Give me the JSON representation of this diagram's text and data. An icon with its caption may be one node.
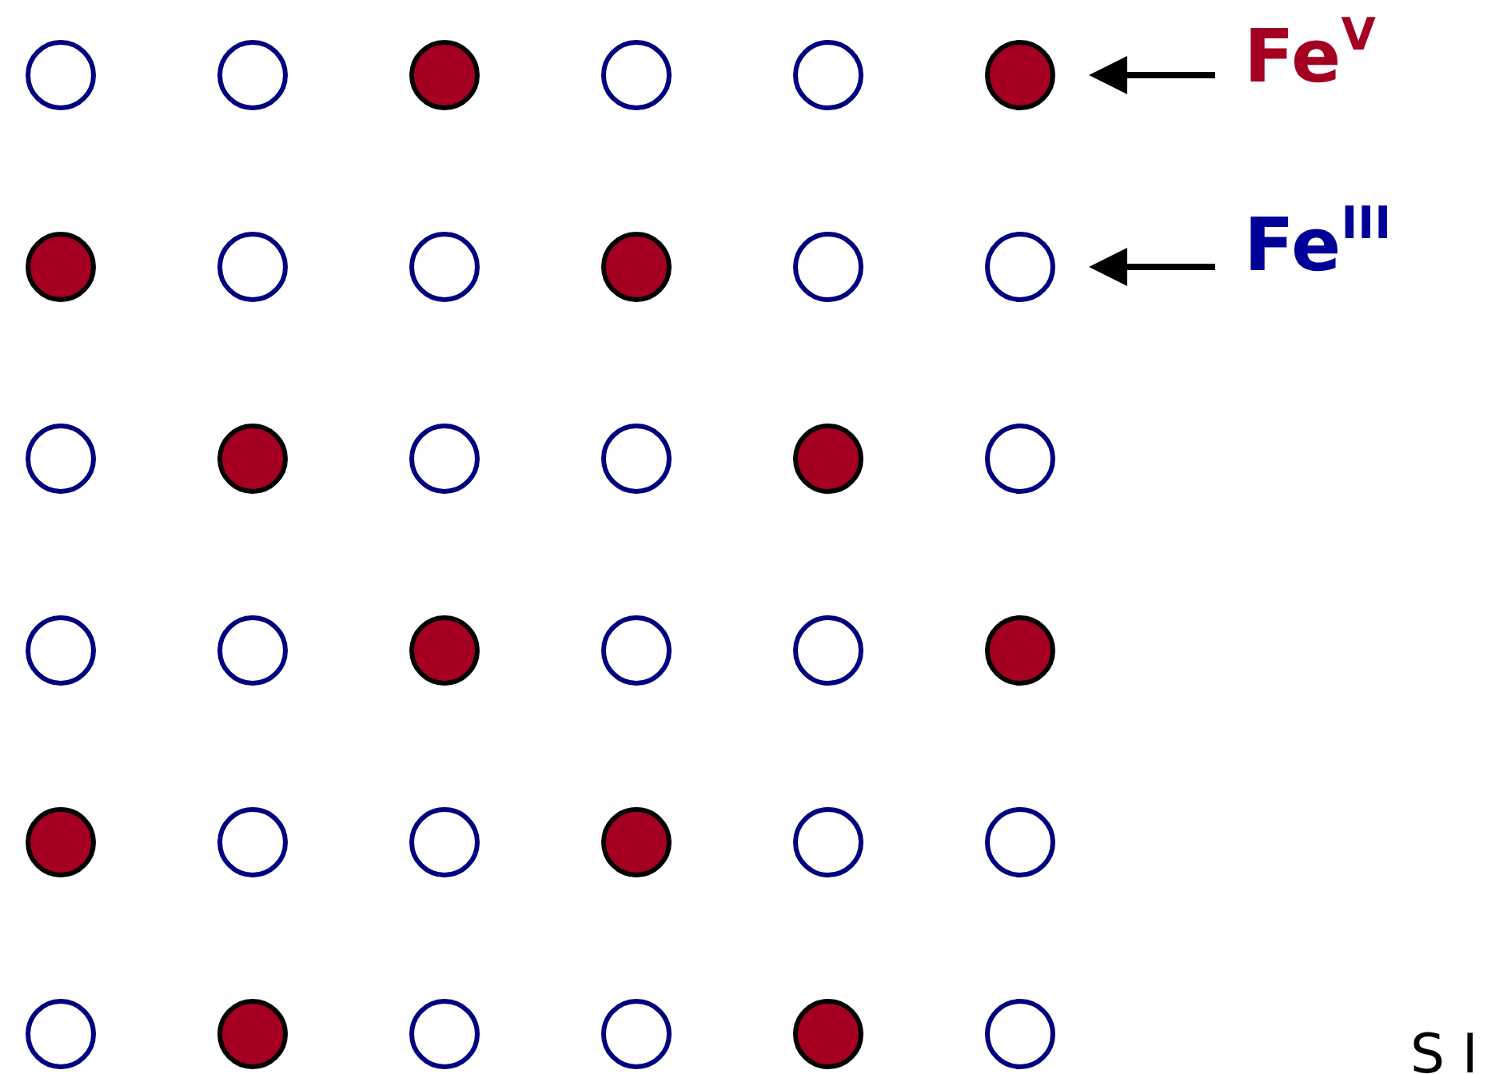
{
  "diagram": {
    "nodes": [
      {
        "text": [],
        "shape": "circle"
      },
      {
        "text": [],
        "shape": "circle"
      },
      {
        "text": [],
        "shape": "circle"
      },
      {
        "text": [],
        "shape": "circle"
      },
      {
        "text": [],
        "shape": "circle"
      },
      {
        "text": [],
        "shape": "circle"
      },
      {
        "text": [],
        "shape": "circle"
      },
      {
        "text": [],
        "shape": "circle"
      },
      {
        "text": [],
        "shape": "circle"
      },
      {
        "text": [],
        "shape": "circle"
      },
      {
        "text": [],
        "shape": "circle"
      },
      {
        "text": [],
        "shape": "circle"
      },
      {
        "text": [],
        "shape": "circle"
      },
      {
        "text": [],
        "shape": "circle"
      },
      {
        "text": [],
        "shape": "circle"
      },
      {
        "text": [],
        "shape": "circle"
      },
      {
        "text": [],
        "shape": "circle"
      },
      {
        "text": [],
        "shape": "circle"
      },
      {
        "text": [],
        "shape": "circle"
      },
      {
        "text": [],
        "shape": "circle"
      },
      {
        "text": [],
        "shape": "circle"
      },
      {
        "text": [],
        "shape": "circle"
      },
      {
        "text": [],
        "shape": "circle"
      },
      {
        "text": [],
        "shape": "circle"
      },
      {
        "text": [],
        "shape": "circle"
      },
      {
        "text": [],
        "shape": "circle"
      },
      {
        "text": [],
        "shape": "circle"
      },
      {
        "text": [],
        "shape": "circle"
      },
      {
        "text": [],
        "shape": "circle"
      },
      {
        "text": [],
        "shape": "circle"
      },
      {
        "text": [],
        "shape": "circle"
      },
      {
        "text": [],
        "shape": "circle"
      },
      {
        "text": [],
        "shape": "circle"
      },
      {
        "text": [],
        "shape": "circle"
      },
      {
        "text": [],
        "shape": "circle"
      },
      {
        "text": [],
        "shape": "circle"
      },
      {
        "text": [
          "Fe$^{V}$"
        ]
      },
      {
        "text": [
          "Fe$^{III}$"
        ]
      }
    ],
    "edges": [
      {
        "from": 36,
        "to": 5,
        "arrow": "to"
      },
      {
        "from": 37,
        "to": 11,
        "arrow": "to"
      }
    ],
    "labels": [
      "S I"
    ]
  }
}
